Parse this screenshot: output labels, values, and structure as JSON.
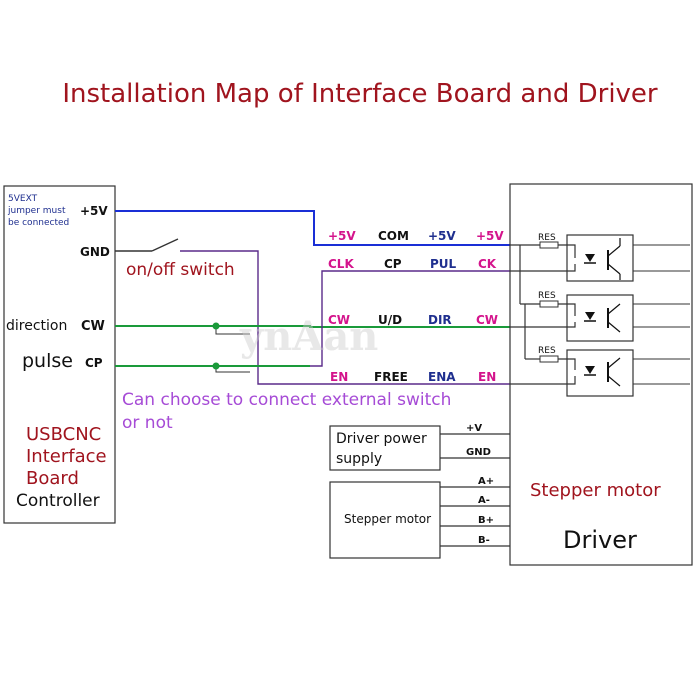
{
  "title": "Installation Map of Interface Board and Driver",
  "watermark": "ynAan",
  "controller": {
    "note_lines": [
      "5VEXT",
      "jumper must",
      "be connected"
    ],
    "pin_5v": "+5V",
    "pin_gnd": "GND",
    "dir_text": "direction",
    "dir_pin": "CW",
    "pulse_text": "pulse",
    "pulse_pin": "CP",
    "name_lines": [
      "USBCNC",
      "Interface",
      "Board"
    ],
    "name_last": "Controller"
  },
  "switch_label": "on/off switch",
  "external_note_lines": [
    "Can choose to connect external switch",
    "or not"
  ],
  "signal_rows": [
    {
      "c1": "+5V",
      "c2": "COM",
      "c3": "+5V",
      "c4": "+5V"
    },
    {
      "c1": "CLK",
      "c2": "CP",
      "c3": "PUL",
      "c4": "CK"
    },
    {
      "c1": "CW",
      "c2": "U/D",
      "c3": "DIR",
      "c4": "CW"
    },
    {
      "c1": "EN",
      "c2": "FREE",
      "c3": "ENA",
      "c4": "EN"
    }
  ],
  "res_label": "RES",
  "power_box": {
    "lines": [
      "Driver power",
      "supply"
    ],
    "pin_v": "+V",
    "pin_gnd": "GND"
  },
  "motor_box": {
    "label": "Stepper motor",
    "pins": [
      "A+",
      "A-",
      "B+",
      "B-"
    ]
  },
  "driver": {
    "subtitle": "Stepper motor",
    "title": "Driver"
  },
  "colors": {
    "title_red": "#a0141e",
    "wire_blue": "#1a2fd6",
    "wire_green": "#1a9a3a",
    "wire_purple": "#5a2a8a",
    "label_purple": "#a64bd6",
    "label_magenta": "#d4148c",
    "label_navy": "#1f2f8f"
  }
}
